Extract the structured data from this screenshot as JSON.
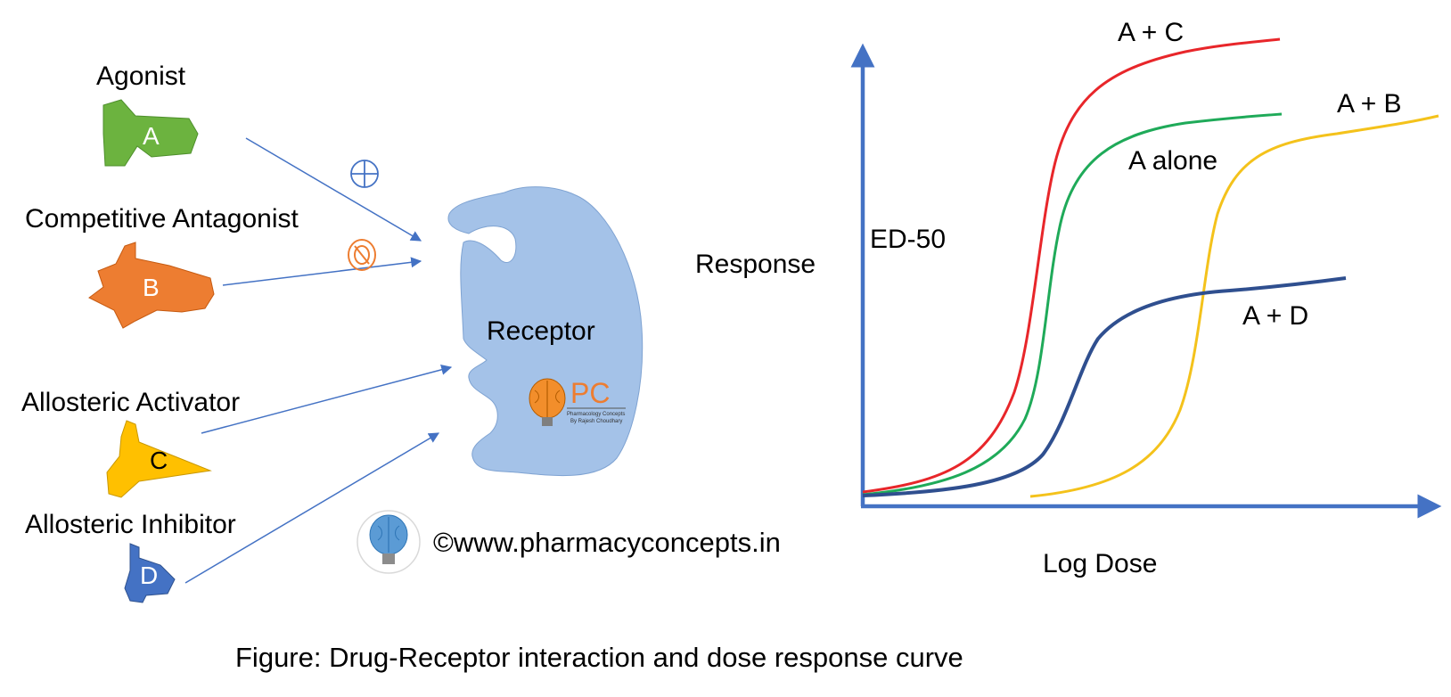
{
  "left_panel": {
    "agonist": {
      "label": "Agonist",
      "letter": "A",
      "color": "#6cb33f"
    },
    "competitive_antagonist": {
      "label": "Competitive Antagonist",
      "letter": "B",
      "color": "#ed7d31"
    },
    "allosteric_activator": {
      "label": "Allosteric Activator",
      "letter": "C",
      "color": "#ffc000"
    },
    "allosteric_inhibitor": {
      "label": "Allosteric Inhibitor",
      "letter": "D",
      "color": "#4472c4"
    },
    "receptor": {
      "label": "Receptor",
      "color": "#a4c2e8"
    },
    "logo": {
      "text": "PC",
      "subtitle_1": "Pharmacology Concepts",
      "subtitle_2": "By Rajesh Choudhary"
    },
    "website": "©www.pharmacyconcepts.in"
  },
  "chart_data": {
    "type": "line",
    "xlabel": "Log Dose",
    "ylabel": "Response",
    "annotations": [
      "ED-50"
    ],
    "series": [
      {
        "name": "A + C",
        "color": "#e8262a"
      },
      {
        "name": "A alone",
        "color": "#1faa59"
      },
      {
        "name": "A + B",
        "color": "#f4c21b"
      },
      {
        "name": "A + D",
        "color": "#2f4f8f"
      }
    ]
  },
  "caption": "Figure: Drug-Receptor interaction and dose response curve",
  "colors": {
    "axis": "#4472c4",
    "arrow": "#4472c4"
  }
}
